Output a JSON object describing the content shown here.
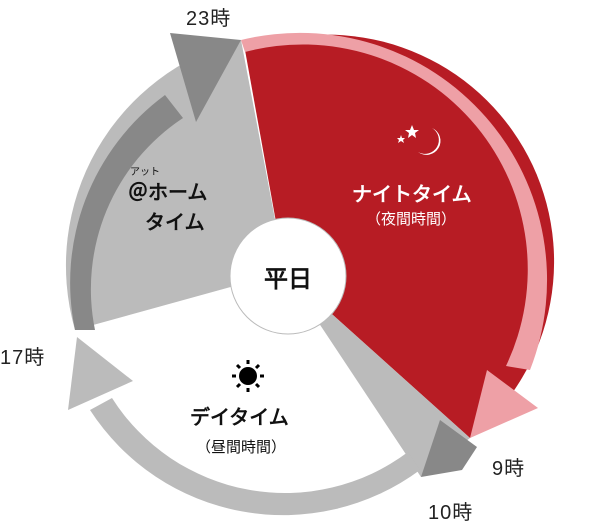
{
  "center": {
    "label": "平日"
  },
  "hours": {
    "h23": "23時",
    "h9": "9時",
    "h10": "10時",
    "h17": "17時"
  },
  "segments": {
    "night": {
      "title": "ナイトタイム",
      "subtitle": "（夜間時間）",
      "icon": "moon-stars-icon",
      "color": "#b71c24",
      "arrow_color": "#eea0a6"
    },
    "home": {
      "ruby": "アット",
      "title_line1": "＠ホーム",
      "title_line2": "タイム",
      "color": "#bbbbbb",
      "arrow_color": "#888888"
    },
    "day": {
      "title": "デイタイム",
      "subtitle": "（昼間時間）",
      "icon": "sun-icon",
      "color": "#ffffff",
      "arrow_color": "#bbbbbb"
    }
  }
}
